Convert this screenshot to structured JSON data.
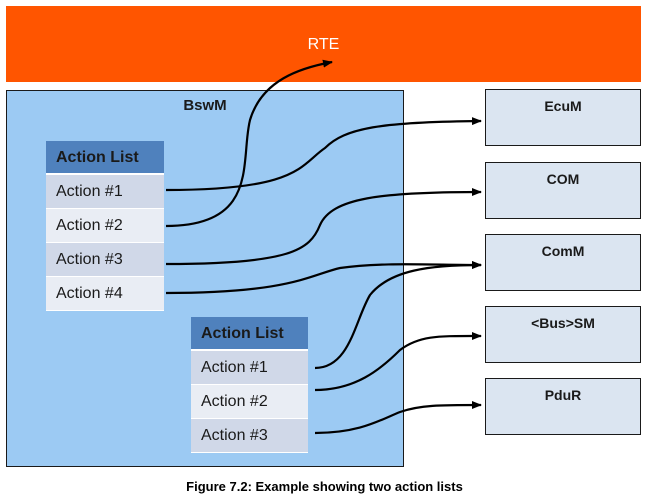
{
  "rte": {
    "label": "RTE"
  },
  "bswm": {
    "label": "BswM"
  },
  "action_list_1": {
    "header": "Action List",
    "actions": [
      "Action #1",
      "Action #2",
      "Action #3",
      "Action #4"
    ]
  },
  "action_list_2": {
    "header": "Action List",
    "actions": [
      "Action #1",
      "Action #2",
      "Action #3"
    ]
  },
  "modules": [
    "EcuM",
    "COM",
    "ComM",
    "<Bus>SM",
    "PduR"
  ],
  "caption": "Figure 7.2: Example showing two action lists",
  "colors": {
    "rte": "#ff5500",
    "bswm": "#9ccaf3",
    "module": "#dbe5f1",
    "list_header": "#4f81bd",
    "row_dark": "#d0d8e8",
    "row_light": "#e9edf4"
  }
}
